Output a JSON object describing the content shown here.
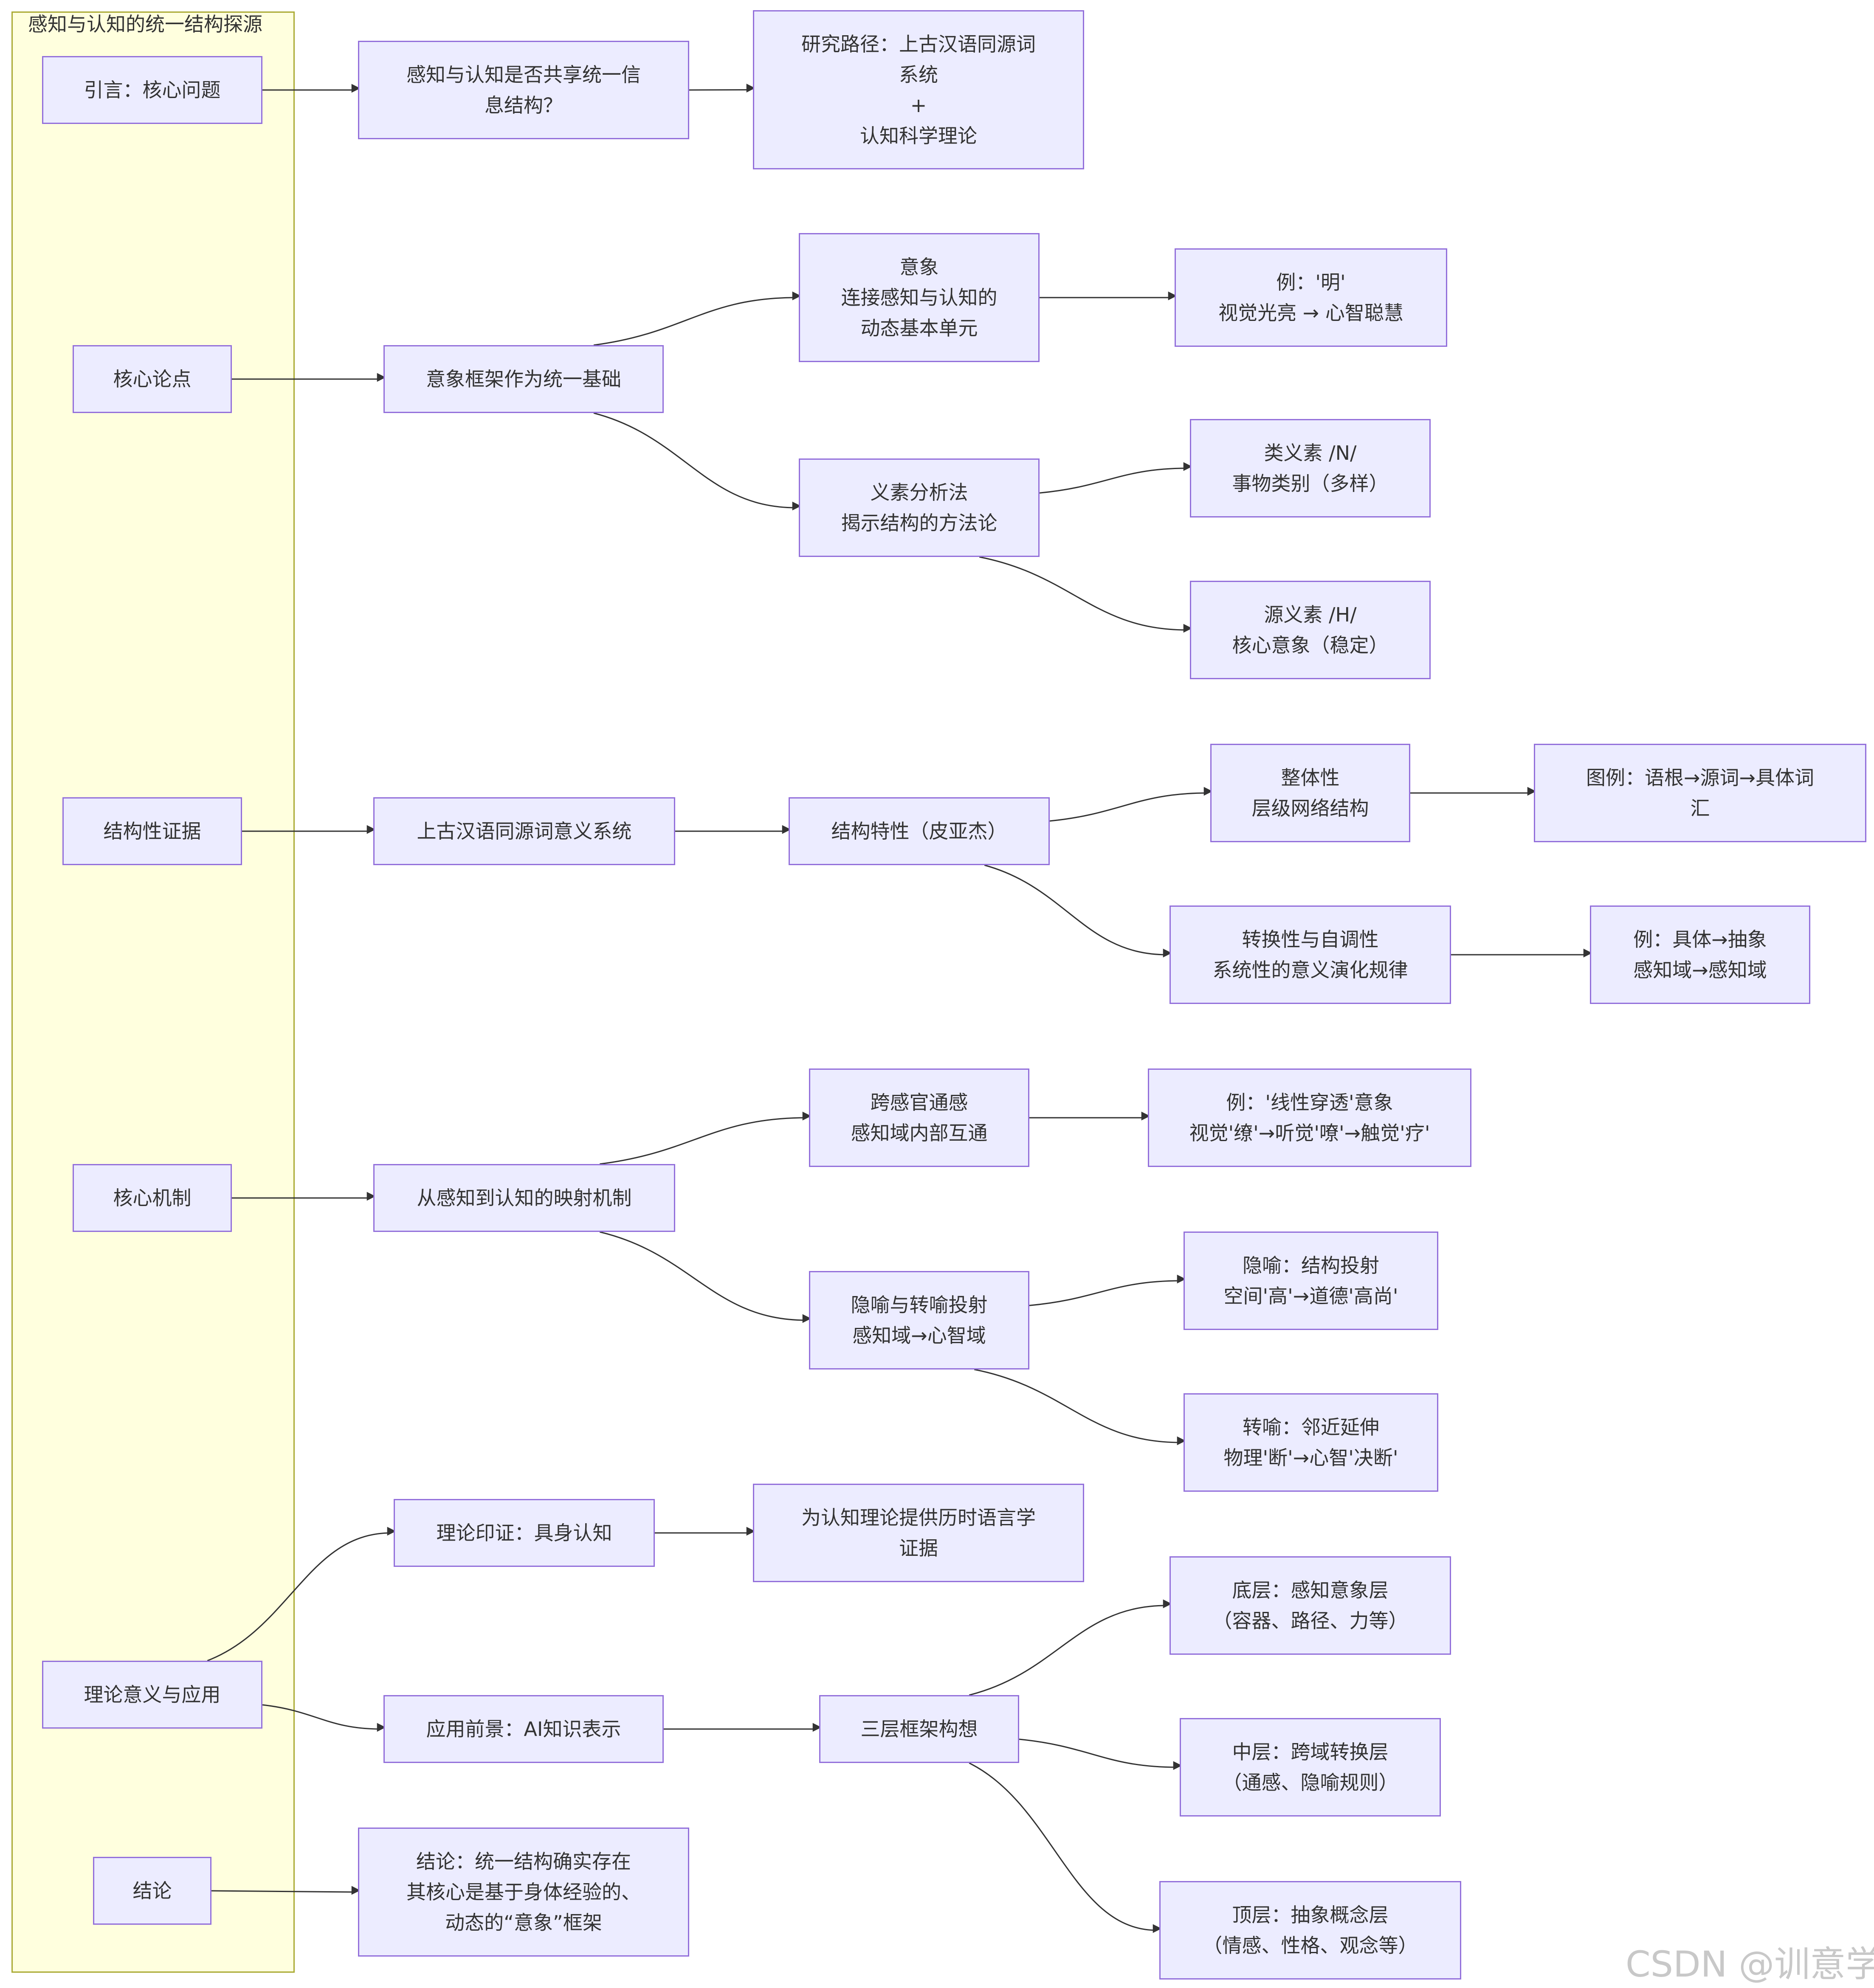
{
  "cluster": {
    "title": "感知与认知的统一结构探源"
  },
  "nodes": {
    "intro": "引言：核心问题",
    "question": "感知与认知是否共享统一信\n息结构？",
    "path": "研究路径：上古汉语同源词\n系统\n+\n认知科学理论",
    "thesis": "核心论点",
    "frame": "意象框架作为统一基础",
    "image": "意象\n连接感知与认知的\n动态基本单元",
    "ming": "例：'明'\n视觉光亮 → 心智聪慧",
    "method": "义素分析法\n揭示结构的方法论",
    "class_seme": "类义素 /N/\n事物类别（多样）",
    "source_seme": "源义素 /H/\n核心意象（稳定）",
    "evidence": "结构性证据",
    "system": "上古汉语同源词意义系统",
    "feature": "结构特性（皮亚杰）",
    "whole": "整体性\n层级网络结构",
    "diagram_ex": "图例：语根→源词→具体词\n汇",
    "transform": "转换性与自调性\n系统性的意义演化规律",
    "concrete_ex": "例：具体→抽象\n感知域→感知域",
    "mechanism": "核心机制",
    "mapping": "从感知到认知的映射机制",
    "synesthesia": "跨感官通感\n感知域内部互通",
    "line_ex": "例：'线性穿透'意象\n视觉'缭'→听觉'嘹'→触觉'疗'",
    "metaphor": "隐喻与转喻投射\n感知域→心智域",
    "metaphor_ex": "隐喻：结构投射\n空间'高'→道德'高尚'",
    "metonymy_ex": "转喻：邻近延伸\n物理'断'→心智'决断'",
    "significance": "理论意义与应用",
    "embodied": "理论印证：具身认知",
    "diachronic": "为认知理论提供历时语言学\n证据",
    "ai": "应用前景：AI知识表示",
    "three_layer": "三层框架构想",
    "bottom": "底层：感知意象层\n（容器、路径、力等）",
    "middle": "中层：跨域转换层\n（通感、隐喻规则）",
    "top": "顶层：抽象概念层\n（情感、性格、观念等）",
    "conclusion": "结论",
    "conclusion_text": "结论：统一结构确实存在\n其核心是基于身体经验的、\n动态的“意象”框架"
  },
  "edges": [
    [
      "intro",
      "question"
    ],
    [
      "question",
      "path"
    ],
    [
      "thesis",
      "frame"
    ],
    [
      "frame",
      "image"
    ],
    [
      "frame",
      "method"
    ],
    [
      "image",
      "ming"
    ],
    [
      "method",
      "class_seme"
    ],
    [
      "method",
      "source_seme"
    ],
    [
      "evidence",
      "system"
    ],
    [
      "system",
      "feature"
    ],
    [
      "feature",
      "whole"
    ],
    [
      "feature",
      "transform"
    ],
    [
      "whole",
      "diagram_ex"
    ],
    [
      "transform",
      "concrete_ex"
    ],
    [
      "mechanism",
      "mapping"
    ],
    [
      "mapping",
      "synesthesia"
    ],
    [
      "mapping",
      "metaphor"
    ],
    [
      "synesthesia",
      "line_ex"
    ],
    [
      "metaphor",
      "metaphor_ex"
    ],
    [
      "metaphor",
      "metonymy_ex"
    ],
    [
      "significance",
      "embodied"
    ],
    [
      "significance",
      "ai"
    ],
    [
      "embodied",
      "diachronic"
    ],
    [
      "ai",
      "three_layer"
    ],
    [
      "three_layer",
      "bottom"
    ],
    [
      "three_layer",
      "middle"
    ],
    [
      "three_layer",
      "top"
    ],
    [
      "conclusion",
      "conclusion_text"
    ]
  ],
  "watermark": "CSDN @训意学"
}
